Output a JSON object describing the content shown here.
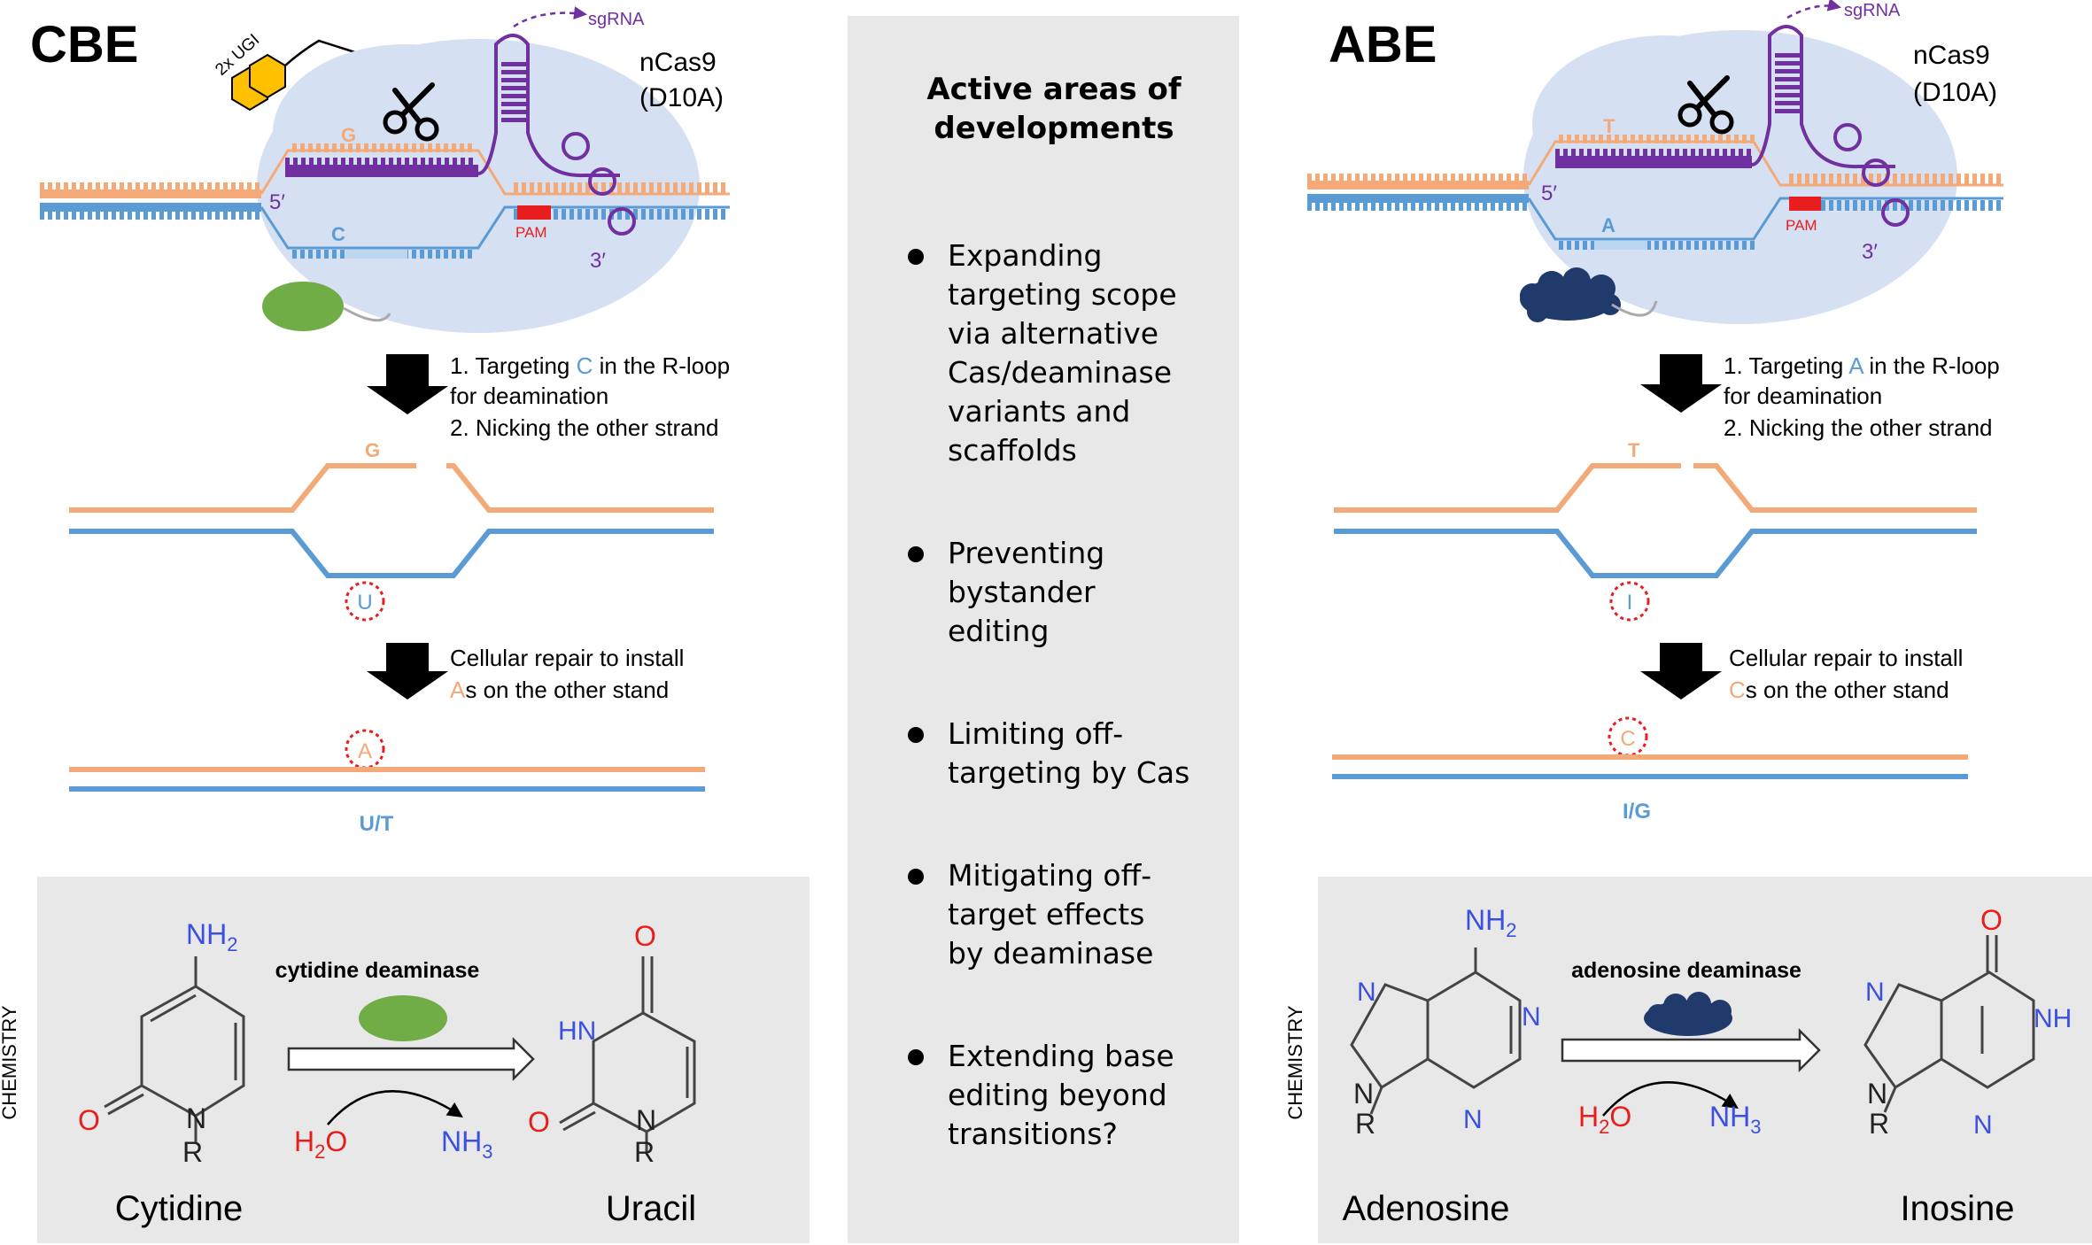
{
  "colors": {
    "orange": "#f4aa78",
    "blue": "#5b9bd5",
    "purple": "#7030a0",
    "red": "#e81e1e",
    "green": "#70ad47",
    "navy": "#1f3a6b",
    "yellow": "#ffc000",
    "cas9": "#d5e0f3",
    "panel": "#e8e8e8"
  },
  "cbe": {
    "title": "CBE",
    "ugi_label": "2x UGI",
    "sgrna_label": "sgRNA",
    "cas_label_1": "nCas9",
    "cas_label_2": "(D10A)",
    "top_base": "G",
    "bottom_base": "C",
    "five_prime": "5′",
    "three_prime": "3′",
    "pam": "PAM",
    "step1_pre": "1. Targeting ",
    "step1_base": "C",
    "step1_post": " in the R-loop",
    "step1_line2": "for deamination",
    "step2": "2. Nicking the other strand",
    "nick_base": "G",
    "edited_base": "U",
    "repair_line1": "Cellular repair to install",
    "repair_base": "A",
    "repair_post": "s on the other stand",
    "installed_base": "A",
    "pair_label": "U/T",
    "chem_side": "CHEMISTRY",
    "enzyme": "cytidine deaminase",
    "substrate": "Cytidine",
    "product": "Uracil",
    "nh2": "NH",
    "sub2": "2",
    "o": "O",
    "n": "N",
    "r": "R",
    "hn": "HN",
    "h2o_h": "H",
    "h2o_2": "2",
    "h2o_o": "O",
    "nh3": "NH",
    "nh3_3": "3"
  },
  "abe": {
    "title": "ABE",
    "sgrna_label": "sgRNA",
    "cas_label_1": "nCas9",
    "cas_label_2": "(D10A)",
    "top_base": "T",
    "bottom_base": "A",
    "five_prime": "5′",
    "three_prime": "3′",
    "pam": "PAM",
    "step1_pre": "1. Targeting ",
    "step1_base": "A",
    "step1_post": " in the R-loop",
    "step1_line2": "for deamination",
    "step2": "2. Nicking the other strand",
    "nick_base": "T",
    "edited_base": "I",
    "repair_line1": "Cellular repair to install",
    "repair_base": "C",
    "repair_post": "s on the other stand",
    "installed_base": "C",
    "pair_label": "I/G",
    "chem_side": "CHEMISTRY",
    "enzyme": "adenosine deaminase",
    "substrate": "Adenosine",
    "product": "Inosine",
    "nh2": "NH",
    "sub2": "2",
    "o": "O",
    "n": "N",
    "r": "R",
    "nh": "NH",
    "h2o_h": "H",
    "h2o_2": "2",
    "h2o_o": "O",
    "nh3": "NH",
    "nh3_3": "3"
  },
  "middle": {
    "heading_1": "Active areas of",
    "heading_2": "developments",
    "items": [
      [
        "Expanding",
        "targeting scope",
        "via alternative",
        "Cas/deaminase",
        "variants and",
        "scaffolds"
      ],
      [
        "Preventing",
        "bystander",
        "editing"
      ],
      [
        "Limiting off-",
        "targeting by Cas"
      ],
      [
        "Mitigating off-",
        "target effects",
        "by deaminase"
      ],
      [
        "Extending base",
        "editing beyond",
        "transitions?"
      ]
    ]
  }
}
